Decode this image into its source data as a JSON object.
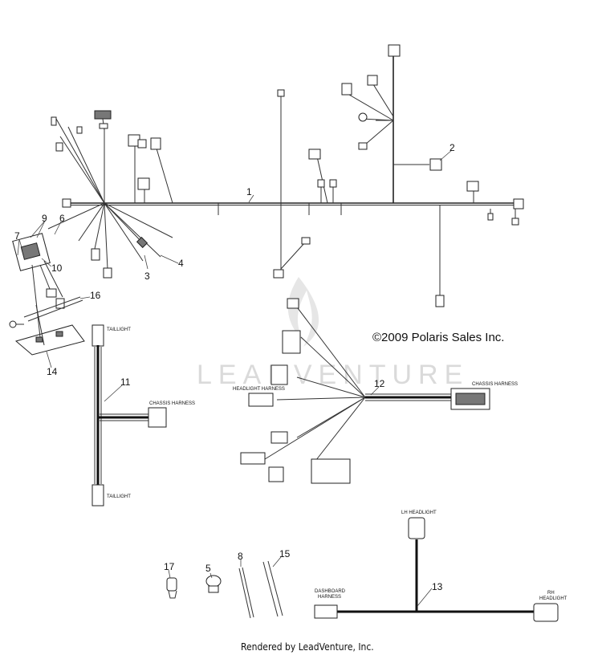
{
  "diagram": {
    "copyright": "©2009 Polaris Sales Inc.",
    "footer": "Rendered by LeadVenture, Inc.",
    "watermark": "LEADVENTURE",
    "callouts": {
      "c1": "1",
      "c2": "2",
      "c3": "3",
      "c4": "4",
      "c5": "5",
      "c6": "6",
      "c7": "7",
      "c8": "8",
      "c9": "9",
      "c10": "10",
      "c11": "11",
      "c12": "12",
      "c13": "13",
      "c14": "14",
      "c15": "15",
      "c16": "16",
      "c17": "17"
    },
    "labels": {
      "lh_headlight": "LH HEADLIGHT",
      "rh_headlight_1": "RH",
      "rh_headlight_2": "HEADLIGHT",
      "dashboard_harness_1": "DASHBOARD",
      "dashboard_harness_2": "HARNESS",
      "taillight_top": "TAILLIGHT",
      "taillight_bottom": "TAILLIGHT",
      "chassis_harness_11": "CHASSIS HARNESS",
      "chassis_harness_12": "CHASSIS HARNESS",
      "headlight_harness": "HEADLIGHT HARNESS"
    },
    "colors": {
      "line": "#222222",
      "watermark": "#dadada",
      "background": "#ffffff"
    }
  }
}
